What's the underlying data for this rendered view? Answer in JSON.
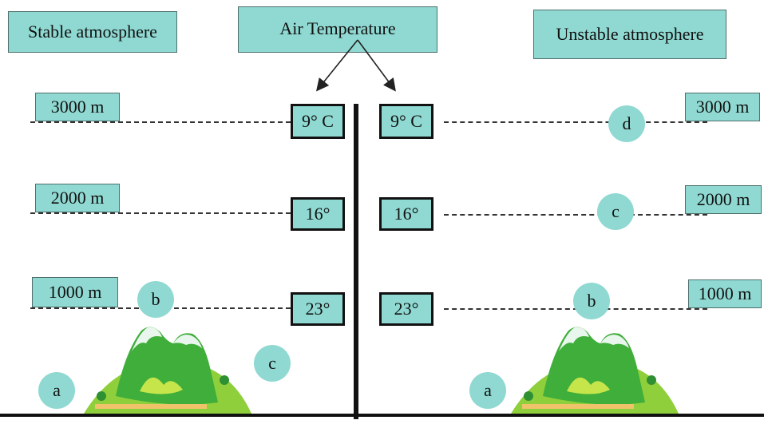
{
  "headers": {
    "stable": "Stable atmosphere",
    "air_temperature": "Air Temperature",
    "unstable": "Unstable atmosphere"
  },
  "left": {
    "altitudes": [
      "3000 m",
      "2000 m",
      "1000 m"
    ],
    "temperatures": [
      "9° C",
      "16°",
      "23°"
    ],
    "circles": [
      "a",
      "b",
      "c"
    ]
  },
  "right": {
    "altitudes": [
      "3000 m",
      "2000 m",
      "1000 m"
    ],
    "temperatures": [
      "9° C",
      "16°",
      "23°"
    ],
    "circles": [
      "a",
      "b",
      "c",
      "d"
    ]
  },
  "colors": {
    "label_fill": "#8fd9d2",
    "mountain_green": "#3fae3a",
    "hill_green": "#8fcf3c"
  }
}
